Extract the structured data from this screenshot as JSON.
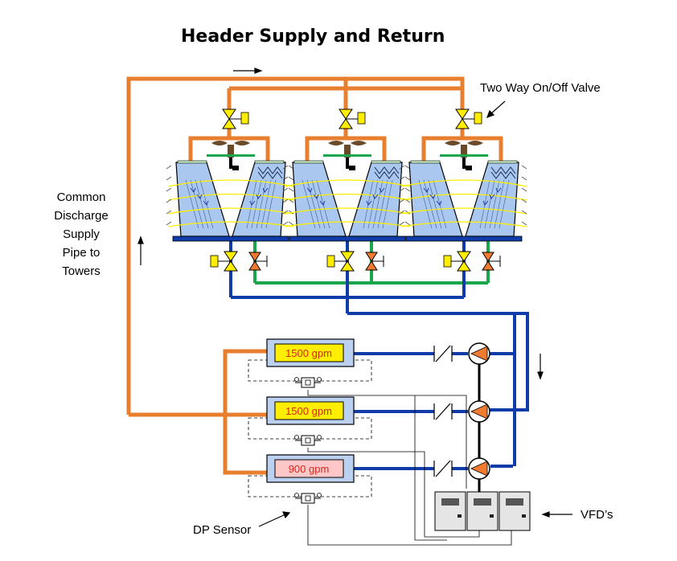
{
  "title": "Header Supply and Return",
  "labels": {
    "valve": "Two Way On/Off Valve",
    "common": [
      "Common",
      "Discharge",
      "Supply",
      "Pipe to",
      "Towers"
    ],
    "dp_sensor": "DP Sensor",
    "vfds": "VFD’s"
  },
  "chillers": [
    {
      "flow": "1500 gpm",
      "fill": "#ffff00"
    },
    {
      "flow": "1500 gpm",
      "fill": "#ffff00"
    },
    {
      "flow": "900 gpm",
      "fill": "#ffc7c7"
    }
  ],
  "colors": {
    "condenser_supply": "#e87f2e",
    "tower_return": "#0f3ca8",
    "equalizer": "#1aa64a",
    "valve_yellow": "#ffee00",
    "valve_orange": "#f07a30",
    "tower_fill": "#a9c7ef"
  }
}
